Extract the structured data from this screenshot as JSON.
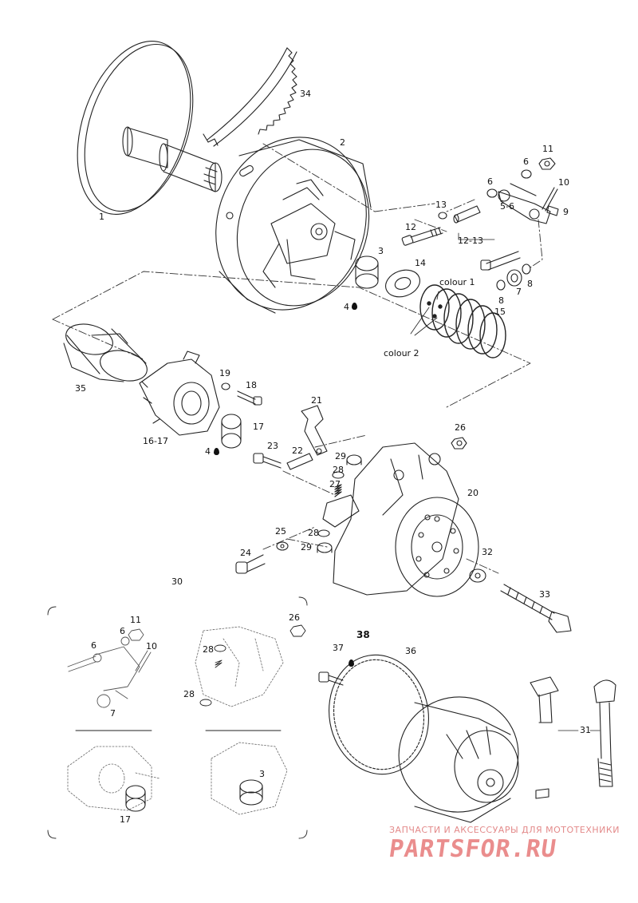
{
  "callouts": [
    {
      "id": "c1",
      "text": "1"
    },
    {
      "id": "c2",
      "text": "2"
    },
    {
      "id": "c3",
      "text": "3"
    },
    {
      "id": "c4a",
      "text": "4"
    },
    {
      "id": "c4b",
      "text": "4"
    },
    {
      "id": "c56",
      "text": "5-6"
    },
    {
      "id": "c6a",
      "text": "6"
    },
    {
      "id": "c6b",
      "text": "6"
    },
    {
      "id": "c6c",
      "text": "6"
    },
    {
      "id": "c6d",
      "text": "6"
    },
    {
      "id": "c7a",
      "text": "7"
    },
    {
      "id": "c7b",
      "text": "7"
    },
    {
      "id": "c8a",
      "text": "8"
    },
    {
      "id": "c8b",
      "text": "8"
    },
    {
      "id": "c9",
      "text": "9"
    },
    {
      "id": "c10a",
      "text": "10"
    },
    {
      "id": "c10b",
      "text": "10"
    },
    {
      "id": "c11a",
      "text": "11"
    },
    {
      "id": "c11b",
      "text": "11"
    },
    {
      "id": "c12",
      "text": "12"
    },
    {
      "id": "c13",
      "text": "13"
    },
    {
      "id": "c1213",
      "text": "12-13"
    },
    {
      "id": "c14",
      "text": "14"
    },
    {
      "id": "c15",
      "text": "15"
    },
    {
      "id": "c1617",
      "text": "16-17"
    },
    {
      "id": "c17a",
      "text": "17"
    },
    {
      "id": "c17b",
      "text": "17"
    },
    {
      "id": "c18",
      "text": "18"
    },
    {
      "id": "c19",
      "text": "19"
    },
    {
      "id": "c20",
      "text": "20"
    },
    {
      "id": "c21",
      "text": "21"
    },
    {
      "id": "c22",
      "text": "22"
    },
    {
      "id": "c23",
      "text": "23"
    },
    {
      "id": "c24",
      "text": "24"
    },
    {
      "id": "c25",
      "text": "25"
    },
    {
      "id": "c26a",
      "text": "26"
    },
    {
      "id": "c26b",
      "text": "26"
    },
    {
      "id": "c27",
      "text": "27"
    },
    {
      "id": "c28a",
      "text": "28"
    },
    {
      "id": "c28b",
      "text": "28"
    },
    {
      "id": "c28c",
      "text": "28"
    },
    {
      "id": "c28d",
      "text": "28"
    },
    {
      "id": "c29a",
      "text": "29"
    },
    {
      "id": "c29b",
      "text": "29"
    },
    {
      "id": "c30",
      "text": "30"
    },
    {
      "id": "c31",
      "text": "31"
    },
    {
      "id": "c32",
      "text": "32"
    },
    {
      "id": "c33",
      "text": "33"
    },
    {
      "id": "c34",
      "text": "34"
    },
    {
      "id": "c35",
      "text": "35"
    },
    {
      "id": "c36",
      "text": "36"
    },
    {
      "id": "c37",
      "text": "37"
    },
    {
      "id": "c38",
      "text": "38"
    },
    {
      "id": "col1",
      "text": "colour 1"
    },
    {
      "id": "col2",
      "text": "colour 2"
    },
    {
      "id": "c3b",
      "text": "3"
    }
  ],
  "watermark": {
    "top_text": "ЗАПЧАСТИ И АКСЕССУАРЫ ДЛЯ МОТОТЕХНИКИ",
    "main_text": "PARTSFOR.RU",
    "color": "#e88a8a"
  }
}
